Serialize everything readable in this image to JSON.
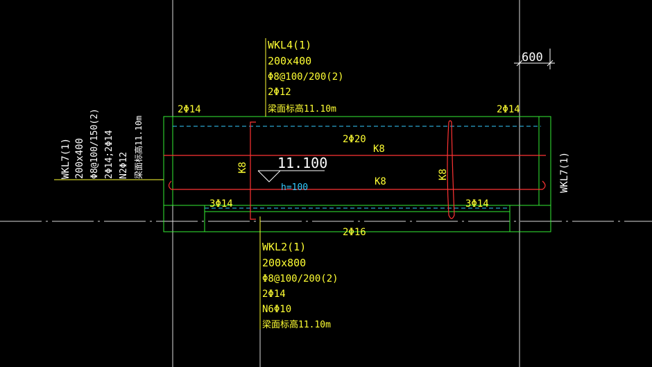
{
  "colors": {
    "background": "#000000",
    "beam_outline": "#33ee33",
    "rebar": "#ff3333",
    "hidden_line": "#33ccff",
    "annotation": "#ffff33",
    "axis": "#ffffff"
  },
  "beam_top": {
    "name": "WKL4(1)",
    "size": "200x400",
    "stirrup": "Φ8@100/200(2)",
    "top_bar": "2Φ12",
    "elevation": "梁面标高11.10m"
  },
  "beam_bottom": {
    "name": "WKL2(1)",
    "size": "200x800",
    "stirrup": "Φ8@100/200(2)",
    "top_bar": "2Φ14",
    "side_bar": "N6Φ10",
    "elevation": "梁面标高11.10m"
  },
  "beam_left": {
    "name": "WKL7(1)",
    "size": "200x400",
    "stirrup": "Φ8@100/150(2)",
    "bars": "2Φ14;2Φ14",
    "side_bar": "N2Φ12",
    "elevation": "梁面标高11.10m"
  },
  "beam_right": {
    "name": "WKL7(1)"
  },
  "dimension": "600",
  "slab_level": "11.100",
  "offset": "h=100",
  "rebar_labels": {
    "top_left": "2Φ14",
    "top_right": "2Φ14",
    "top_middle": "2Φ20",
    "upper_k": "K8",
    "lower_k": "K8",
    "left_k": "K8",
    "right_k": "K8",
    "bottom_left": "3Φ14",
    "bottom_right": "3Φ14",
    "bottom_middle": "2Φ16"
  }
}
